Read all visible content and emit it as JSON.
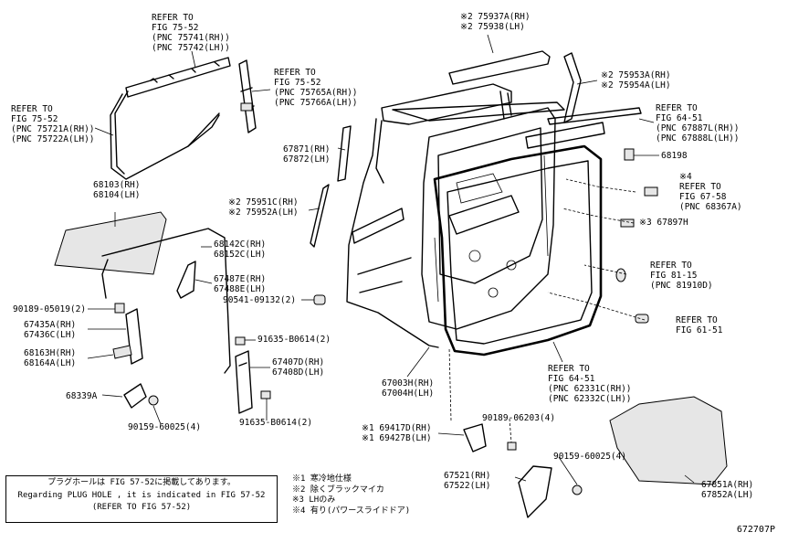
{
  "labels": {
    "refer_75741": [
      "REFER TO",
      "FIG 75-52",
      "(PNC 75741(RH))",
      "(PNC 75742(LH))"
    ],
    "refer_75765": [
      "REFER TO",
      "FIG 75-52",
      "(PNC 75765A(RH))",
      "(PNC 75766A(LH))"
    ],
    "refer_75721": [
      "REFER TO",
      "FIG 75-52",
      "(PNC 75721A(RH))",
      "(PNC 75722A(LH))"
    ],
    "part_75937": [
      "※2 75937A(RH)",
      "※2 75938(LH)"
    ],
    "part_75953": [
      "※2 75953A(RH)",
      "※2 75954A(LH)"
    ],
    "refer_67887": [
      "REFER TO",
      "FIG 64-51",
      "(PNC 67887L(RH))",
      "(PNC 67888L(LH))"
    ],
    "part_67871": [
      "67871(RH)",
      "67872(LH)"
    ],
    "part_68198": [
      "68198"
    ],
    "refer_68367": [
      "※4",
      "REFER TO",
      "FIG 67-58",
      "(PNC 68367A)"
    ],
    "part_68103": [
      "68103(RH)",
      "68104(LH)"
    ],
    "part_75951": [
      "※2 75951C(RH)",
      "※2 75952A(LH)"
    ],
    "part_67897": [
      "※3 67897H"
    ],
    "part_68142": [
      "68142C(RH)",
      "68152C(LH)"
    ],
    "part_67487": [
      "67487E(RH)",
      "67488E(LH)"
    ],
    "refer_81910": [
      "REFER TO",
      "FIG 81-15",
      "(PNC 81910D)"
    ],
    "part_90189_05019": [
      "90189-05019(2)"
    ],
    "part_90541": [
      "90541-09132(2)"
    ],
    "refer_61_51": [
      "REFER TO",
      "FIG 61-51"
    ],
    "part_67435": [
      "67435A(RH)",
      "67436C(LH)"
    ],
    "part_68163": [
      "68163H(RH)",
      "68164A(LH)"
    ],
    "part_91635_top": [
      "91635-B0614(2)"
    ],
    "part_67407": [
      "67407D(RH)",
      "67408D(LH)"
    ],
    "refer_62331": [
      "REFER TO",
      "FIG 64-51",
      "(PNC 62331C(RH))",
      "(PNC 62332C(LH))"
    ],
    "part_68339": [
      "68339A"
    ],
    "part_67003": [
      "67003H(RH)",
      "67004H(LH)"
    ],
    "part_91635_bot": [
      "91635-B0614(2)"
    ],
    "part_90189_06203": [
      "90189-06203(4)"
    ],
    "part_90159_left": [
      "90159-60025(4)"
    ],
    "part_69417": [
      "※1 69417D(RH)",
      "※1 69427B(LH)"
    ],
    "part_90159_right": [
      "90159-60025(4)"
    ],
    "part_67521": [
      "67521(RH)",
      "67522(LH)"
    ],
    "part_67851": [
      "67851A(RH)",
      "67852A(LH)"
    ]
  },
  "note_box": [
    "プラグホールは FIG 57-52に掲載してあります。",
    "Regarding  PLUG  HOLE , it is indicated in  FIG  57-52",
    "(REFER TO FIG 57-52)"
  ],
  "footnotes": [
    "※1 寒冷地仕様",
    "※2 除くブラックマイカ",
    "※3 LHのみ",
    "※4 有り(パワースライドドア)"
  ],
  "figure_code": "672707P"
}
